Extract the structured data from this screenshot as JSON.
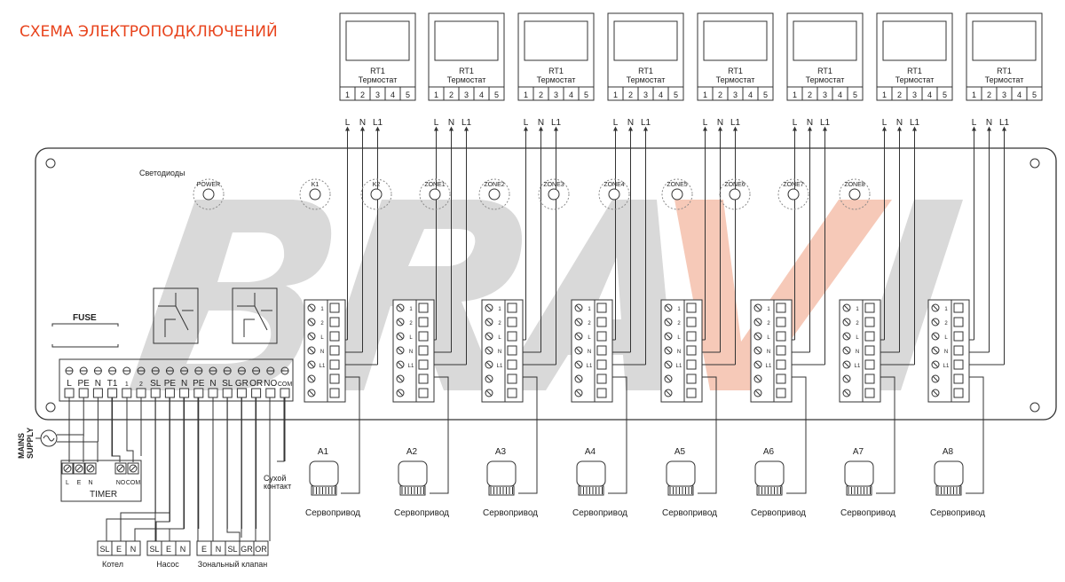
{
  "title": "СХЕМА ЭЛЕКТРОПОДКЛЮЧЕНИЙ",
  "colors": {
    "title": "#e8431c",
    "line": "#333333",
    "watermark_grey": "#d9d9d9",
    "watermark_accent": "#f6c9b8"
  },
  "watermark": "BRAVI",
  "leds_caption": "Светодиоды",
  "leds": [
    "POWER",
    "K1",
    "K2",
    "ZONE1",
    "ZONE2",
    "ZONE3",
    "ZONE4",
    "ZONE5",
    "ZONE6",
    "ZONE7",
    "ZONE8"
  ],
  "thermostat": {
    "code": "RT1",
    "name": "Термостат",
    "terminals": [
      "1",
      "2",
      "3",
      "4",
      "5"
    ],
    "wires": [
      "L",
      "N",
      "L1"
    ]
  },
  "fuse_label": "FUSE",
  "main_terminals": [
    "L",
    "PE",
    "N",
    "T1",
    "1",
    "2",
    "SL",
    "PE",
    "N",
    "PE",
    "N",
    "SL",
    "GR",
    "OR",
    "NO",
    "COM"
  ],
  "zone_terminal_marks": [
    "1",
    "2",
    "L",
    "N",
    "L1"
  ],
  "actuators": [
    "A1",
    "A2",
    "A3",
    "A4",
    "A5",
    "A6",
    "A7",
    "A8"
  ],
  "actuator_label": "Сервопривод",
  "mains_label": [
    "MAINS",
    "SUPPLY"
  ],
  "timer": {
    "terminals": [
      "L",
      "E",
      "N",
      "NO",
      "COM"
    ],
    "label": "TIMER"
  },
  "dry_contact": [
    "Сухой",
    "контакт"
  ],
  "bottom_groups": [
    {
      "terminals": [
        "SL",
        "E",
        "N"
      ],
      "label": "Котел"
    },
    {
      "terminals": [
        "SL",
        "E",
        "N"
      ],
      "label": "Насос"
    },
    {
      "terminals": [
        "E",
        "N",
        "SL",
        "GR",
        "OR"
      ],
      "label": "Зональный клапан"
    }
  ]
}
